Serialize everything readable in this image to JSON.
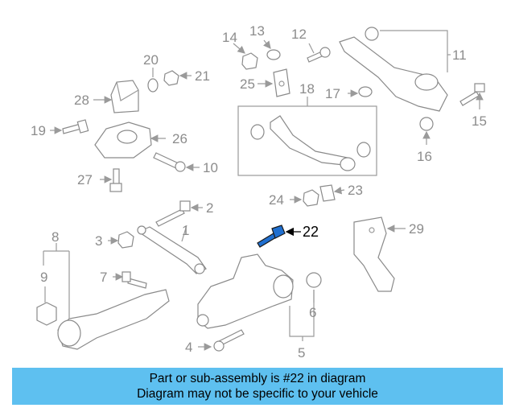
{
  "diagram": {
    "callouts": [
      {
        "id": "1",
        "text": "1"
      },
      {
        "id": "2",
        "text": "2"
      },
      {
        "id": "3",
        "text": "3"
      },
      {
        "id": "4",
        "text": "4"
      },
      {
        "id": "5",
        "text": "5"
      },
      {
        "id": "6",
        "text": "6"
      },
      {
        "id": "7",
        "text": "7"
      },
      {
        "id": "8",
        "text": "8"
      },
      {
        "id": "9",
        "text": "9"
      },
      {
        "id": "10",
        "text": "10"
      },
      {
        "id": "11",
        "text": "11"
      },
      {
        "id": "12",
        "text": "12"
      },
      {
        "id": "13",
        "text": "13"
      },
      {
        "id": "14",
        "text": "14"
      },
      {
        "id": "15",
        "text": "15"
      },
      {
        "id": "16",
        "text": "16"
      },
      {
        "id": "17",
        "text": "17"
      },
      {
        "id": "18",
        "text": "18"
      },
      {
        "id": "19",
        "text": "19"
      },
      {
        "id": "20",
        "text": "20"
      },
      {
        "id": "21",
        "text": "21"
      },
      {
        "id": "22",
        "text": "22"
      },
      {
        "id": "23",
        "text": "23"
      },
      {
        "id": "24",
        "text": "24"
      },
      {
        "id": "25",
        "text": "25"
      },
      {
        "id": "26",
        "text": "26"
      },
      {
        "id": "27",
        "text": "27"
      },
      {
        "id": "28",
        "text": "28"
      },
      {
        "id": "29",
        "text": "29"
      }
    ],
    "highlighted_part": "22"
  },
  "caption": {
    "line1": "Part or sub-assembly is #22 in diagram",
    "line2": "Diagram may not be specific to your vehicle"
  },
  "colors": {
    "caption_background": "#5ec0f0",
    "highlight_part": "#1f6fd0",
    "line_art": "#8a8a8a"
  }
}
